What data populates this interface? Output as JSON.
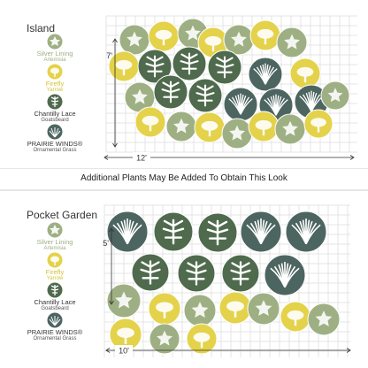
{
  "note": "Additional Plants May Be Added To Obtain This Look",
  "colors": {
    "sage": "#9eb083",
    "yellow": "#e4d24a",
    "dark": "#4f6a4d",
    "slate": "#4d6560",
    "grid": "#dcdcdc"
  },
  "plants": {
    "artemisia": {
      "name": "Silver Lining",
      "sub": "Artemisia",
      "color": "#9eb083",
      "icon": "artemisia-icon"
    },
    "yarrow": {
      "name": "Firefly",
      "sub": "Yarrow",
      "color": "#e4d24a",
      "icon": "yarrow-icon"
    },
    "goatsbeard": {
      "name": "Chantilly Lace",
      "sub": "Goatsbeard",
      "color": "#4f6a4d",
      "icon": "goatsbeard-icon"
    },
    "grass": {
      "name": "PRAIRIE WINDS®",
      "sub": "Ornamental Grass",
      "color": "#4d6560",
      "icon": "grass-icon"
    }
  },
  "island": {
    "title": "Island",
    "height_label": "7'",
    "width_label": "12'"
  },
  "pocket": {
    "title": "Pocket Garden",
    "height_label": "5'",
    "width_label": "10'"
  }
}
